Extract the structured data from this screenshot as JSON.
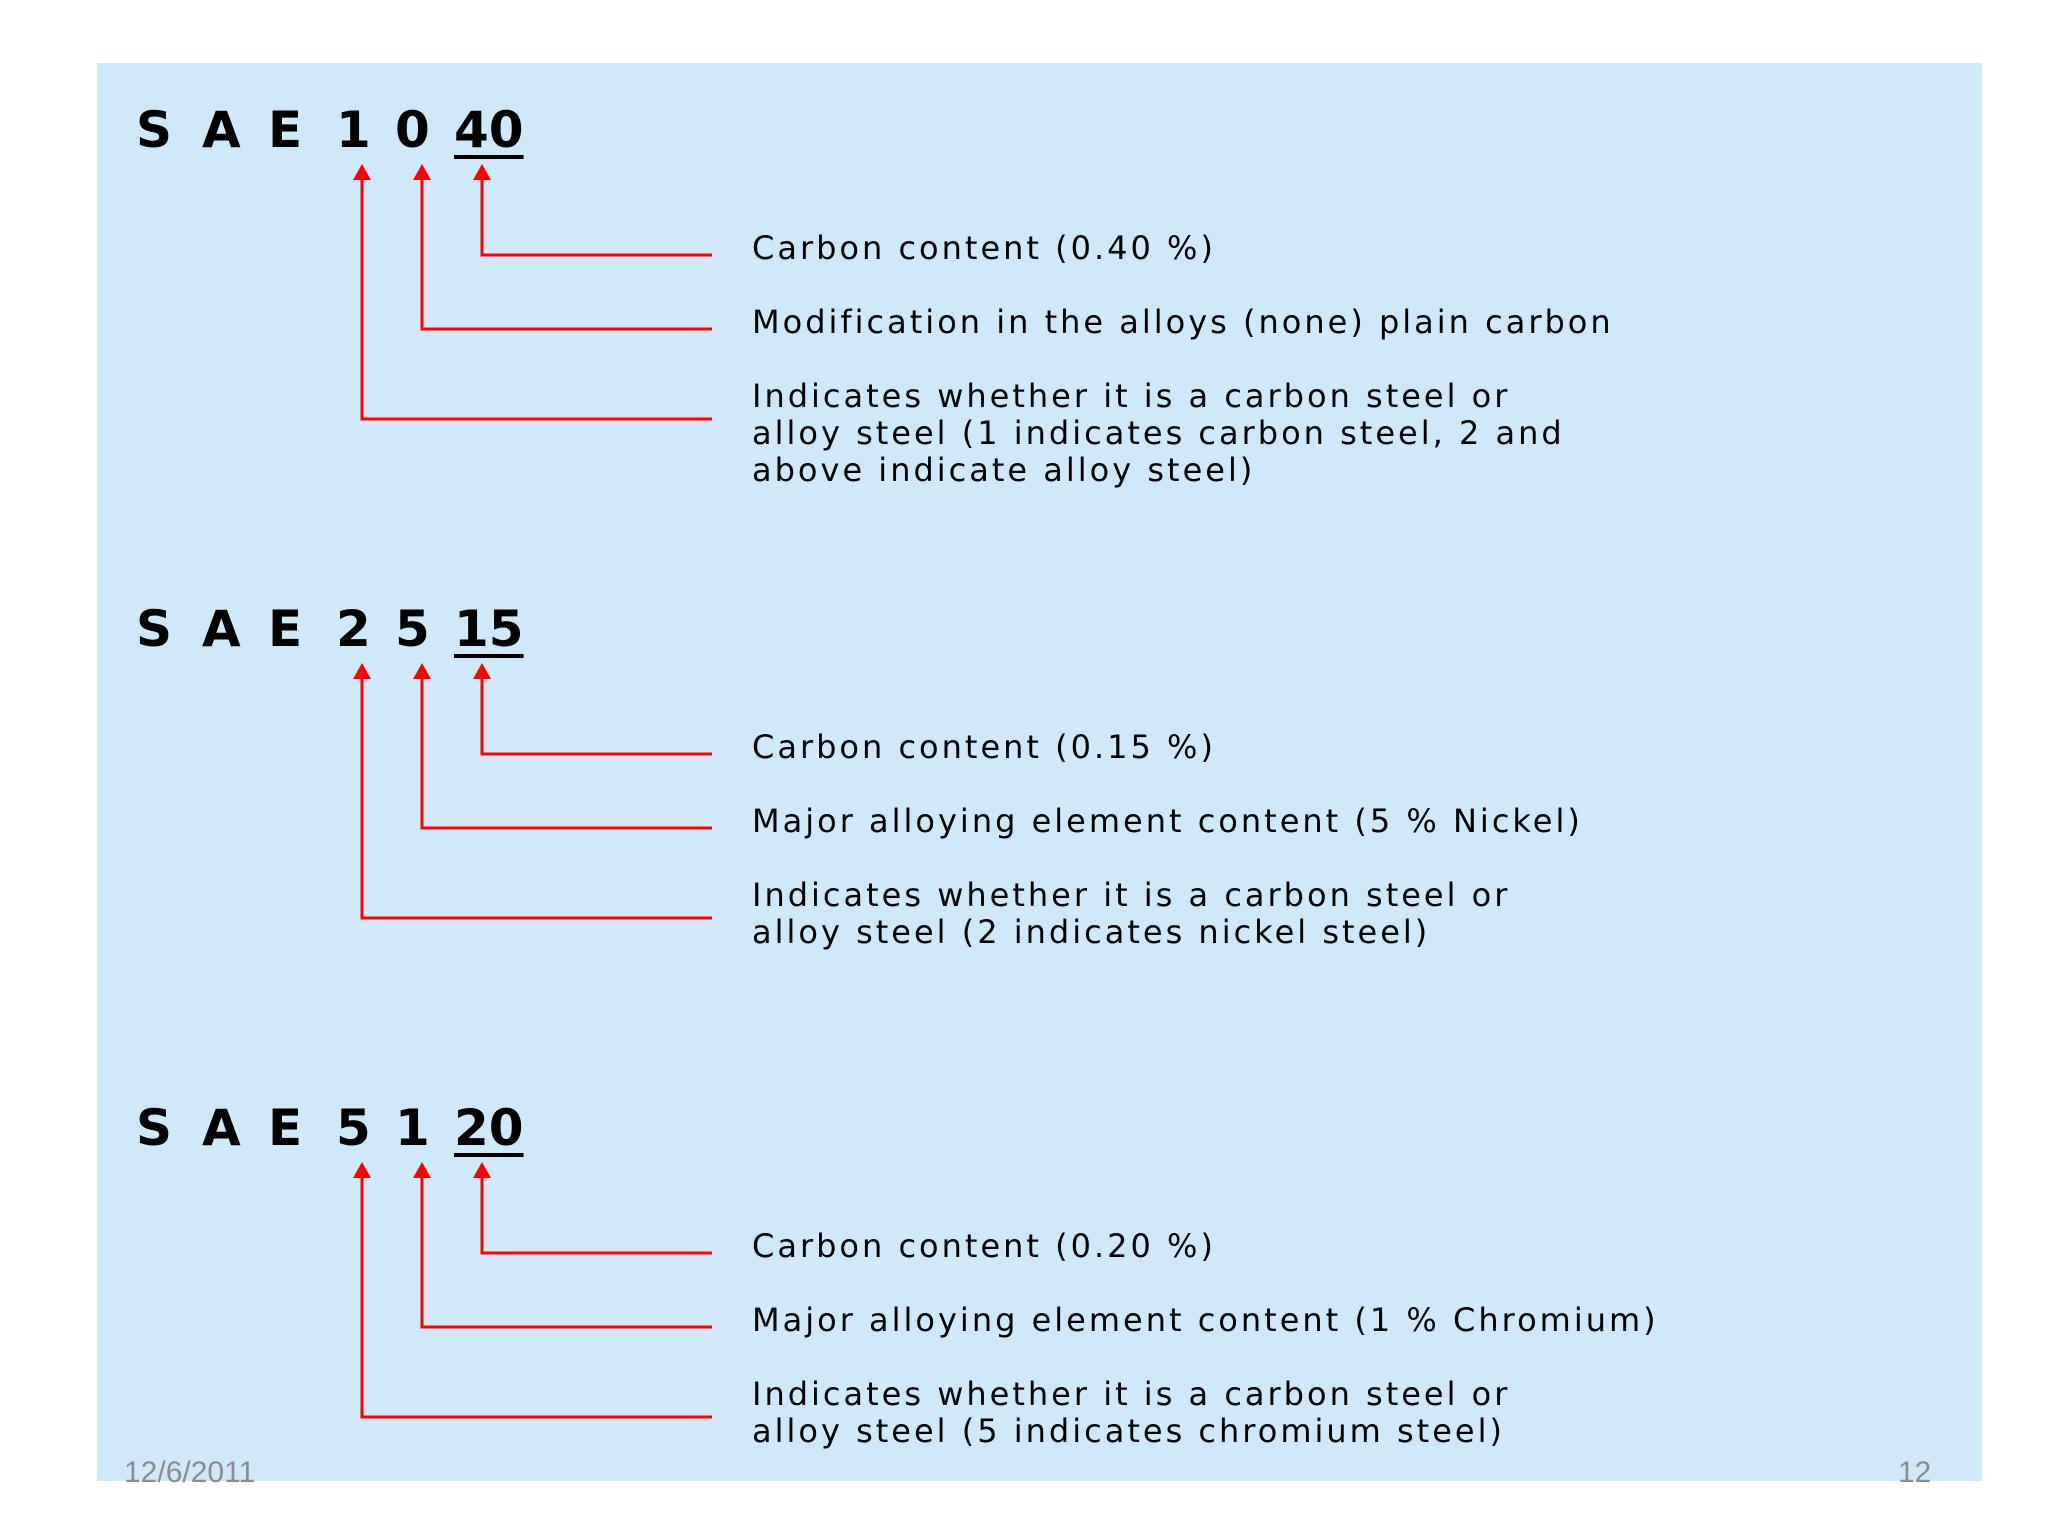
{
  "blocks": [
    {
      "code": {
        "s": "S",
        "a": "A",
        "e": "E",
        "d1": "1",
        "d2": "0",
        "last2": "40"
      },
      "desc": [
        "Carbon content  (0.40 %)",
        "Modification in the alloys (none) plain carbon",
        [
          "Indicates whether it is a carbon steel or",
          "alloy  steel (1 indicates carbon steel, 2 and",
          "above indicate alloy steel)"
        ]
      ]
    },
    {
      "code": {
        "s": "S",
        "a": "A",
        "e": "E",
        "d1": "2",
        "d2": "5",
        "last2": "15"
      },
      "desc": [
        "Carbon content  (0.15 %)",
        "Major alloying element content (5 % Nickel)",
        [
          "Indicates whether it is a carbon steel or",
          "alloy  steel (2 indicates nickel steel)"
        ]
      ]
    },
    {
      "code": {
        "s": "S",
        "a": "A",
        "e": "E",
        "d1": "5",
        "d2": "1",
        "last2": "20"
      },
      "desc": [
        "Carbon content  (0.20 %)",
        "Major alloying element content (1 % Chromium)",
        [
          "Indicates whether it is a carbon steel or",
          "alloy  steel (5 indicates chromium steel)"
        ]
      ]
    }
  ],
  "footer": {
    "date": "12/6/2011",
    "page": "12"
  },
  "colors": {
    "panel": "#cfe8fa",
    "arrow": "#ff0000",
    "text": "#000000",
    "footer": "#8c8c8c"
  }
}
